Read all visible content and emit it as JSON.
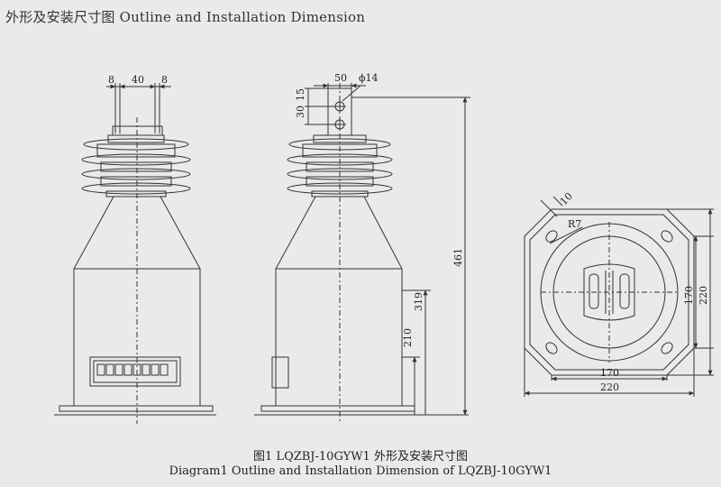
{
  "header": {
    "title": "外形及安装尺寸图 Outline and Installation Dimension"
  },
  "front_view": {
    "dims": {
      "left_terminal": "8",
      "terminal_spacing": "40",
      "right_terminal": "8"
    }
  },
  "side_view": {
    "dims": {
      "top_width": "50",
      "hole_diameter": "ϕ14",
      "hole_offset_30": "30",
      "hole_offset_15": "15",
      "total_height": "461",
      "height_319": "319",
      "height_210": "210"
    }
  },
  "plan_view": {
    "dims": {
      "corner_10": "10",
      "radius": "R7",
      "inner_170_h": "170",
      "outer_220_h": "220",
      "inner_170_v": "170",
      "outer_220_v": "220"
    }
  },
  "caption": {
    "cn": "图1 LQZBJ-10GYW1 外形及安装尺寸图",
    "en": "Diagram1 Outline and Installation Dimension of LQZBJ-10GYW1"
  },
  "colors": {
    "line": "#333333",
    "background": "#e9eaec",
    "text": "#222222"
  }
}
